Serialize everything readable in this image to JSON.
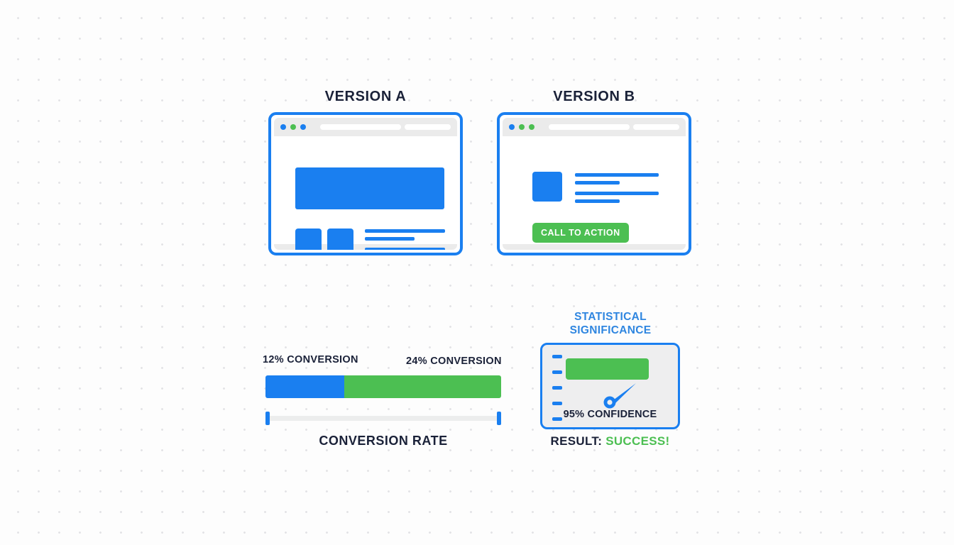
{
  "colors": {
    "blue": "#1a7ff0",
    "green": "#4cbf52",
    "title_blue": "#2f86e0",
    "dark": "#1a2138",
    "background": "#fdfdfd",
    "dot": "#e3e3e6",
    "chrome": "#ebebeb",
    "panel": "#eeeeef",
    "track": "#eceded"
  },
  "variants": [
    {
      "title": "VERSION A",
      "window_dots": [
        "blue",
        "green",
        "blue"
      ],
      "content_type": "hero-layout"
    },
    {
      "title": "VERSION B",
      "window_dots": [
        "blue",
        "green",
        "green"
      ],
      "content_type": "cta-layout",
      "cta_label": "CALL TO ACTION"
    }
  ],
  "conversion": {
    "label_a": "12% CONVERSION",
    "label_b": "24% CONVERSION",
    "caption": "CONVERSION RATE"
  },
  "significance": {
    "title": "STATISTICAL\nSIGNIFICANCE",
    "confidence": "95% CONFIDENCE",
    "result_prefix": "RESULT:",
    "result_value": "SUCCESS!"
  },
  "chart_data": {
    "type": "bar",
    "title": "CONVERSION RATE",
    "categories": [
      "VERSION A",
      "VERSION B"
    ],
    "values": [
      12,
      24
    ],
    "value_labels": [
      "12% CONVERSION",
      "24% CONVERSION"
    ],
    "series": [
      {
        "name": "VERSION A",
        "values": [
          12
        ],
        "color": "#1a7ff0"
      },
      {
        "name": "VERSION B",
        "values": [
          24
        ],
        "color": "#4cbf52"
      }
    ],
    "orientation": "horizontal-stacked",
    "xlabel": "",
    "ylabel": "",
    "grid": false,
    "legend": "none",
    "annotations": [
      {
        "label": "95% CONFIDENCE",
        "value": 95
      },
      {
        "label": "RESULT: SUCCESS!",
        "value": "SUCCESS!"
      }
    ]
  }
}
